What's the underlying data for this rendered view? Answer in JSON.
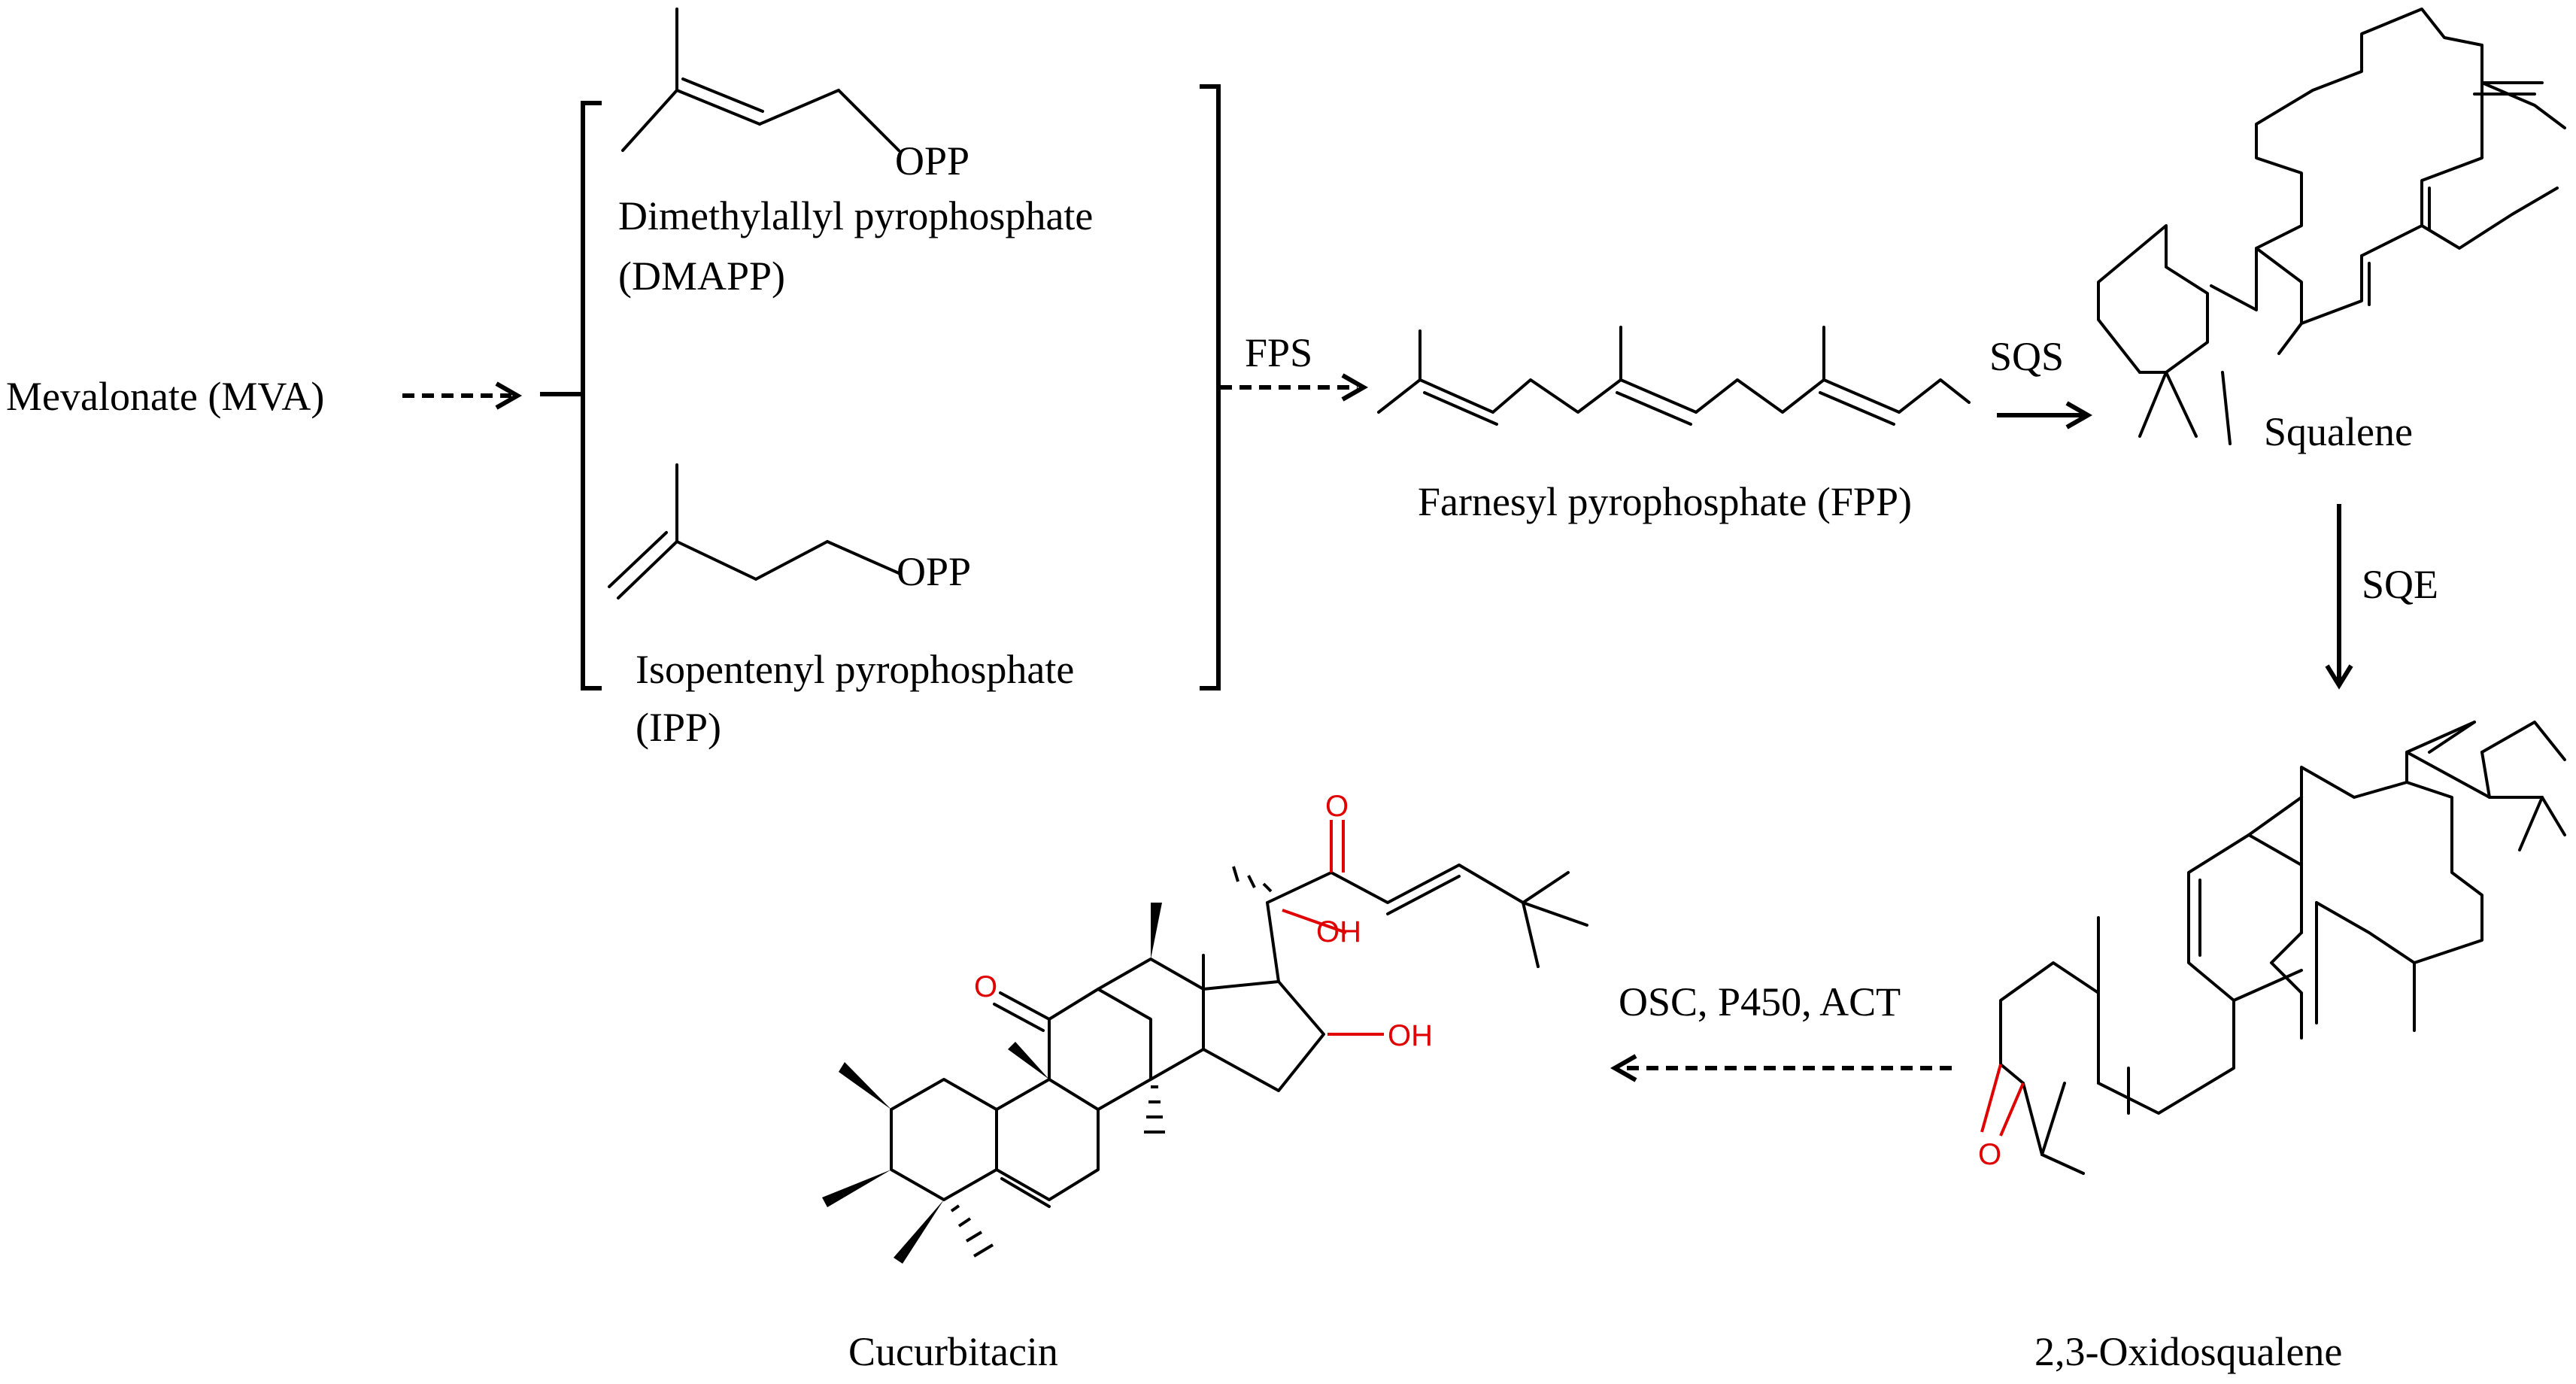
{
  "compounds": {
    "mva": "Mevalonate (MVA)",
    "dmapp_name": "Dimethylallyl pyrophosphate",
    "dmapp_abbr": "(DMAPP)",
    "ipp_name": "Isopentenyl pyrophosphate",
    "ipp_abbr": "(IPP)",
    "fpp": "Farnesyl pyrophosphate (FPP)",
    "squalene": "Squalene",
    "oxidosqualene": "2,3-Oxidosqualene",
    "cucurbitacin": "Cucurbitacin"
  },
  "groups": {
    "opp": "OPP"
  },
  "atoms": {
    "oxygen": "O",
    "hydroxyl": "OH"
  },
  "enzymes": {
    "fps": "FPS",
    "sqs": "SQS",
    "sqe": "SQE",
    "cyclization": "OSC, P450, ACT"
  },
  "colors": {
    "heteroatom": "#e00000",
    "line": "#000000"
  }
}
